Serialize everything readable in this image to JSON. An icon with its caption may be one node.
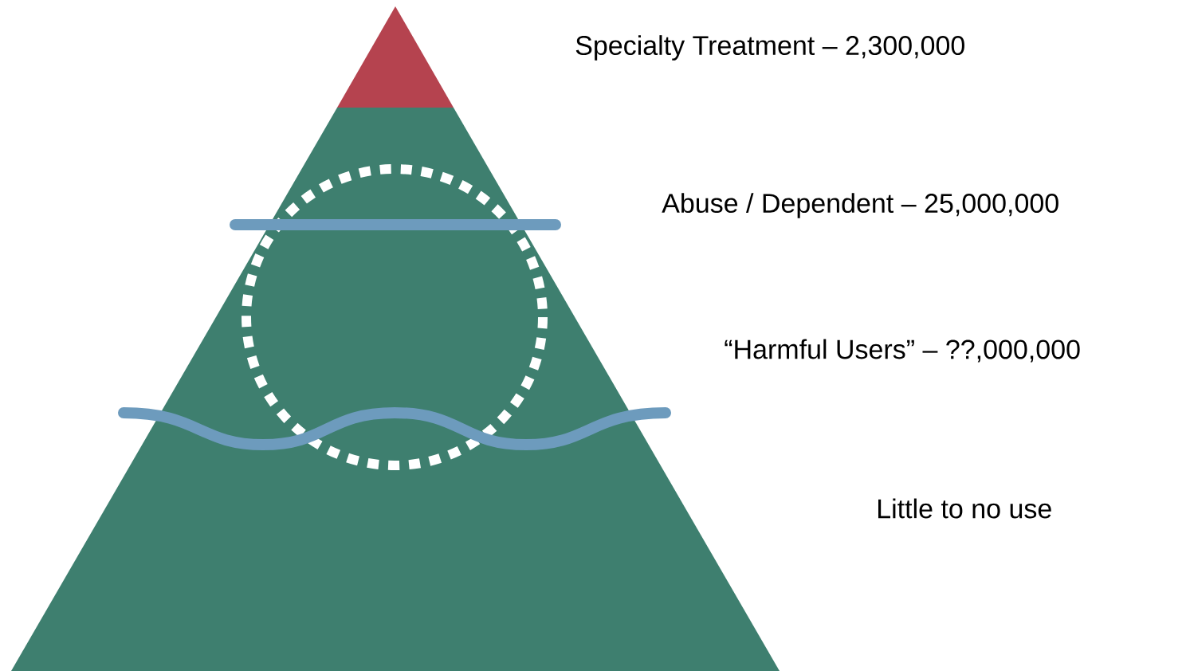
{
  "diagram": {
    "labels": [
      "Specialty Treatment – 2,300,000",
      "Abuse / Dependent – 25,000,000",
      "“Harmful Users” – ??,000,000",
      "Little to no use"
    ]
  }
}
